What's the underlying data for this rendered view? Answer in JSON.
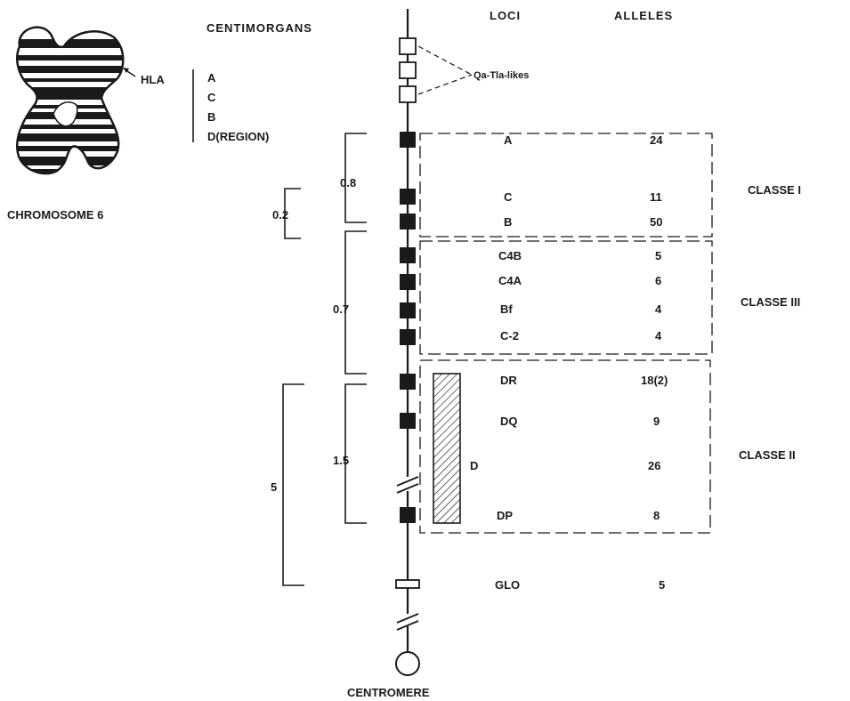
{
  "headers": {
    "centimorgans": "CENTIMORGANS",
    "loci": "LOCI",
    "alleles": "ALLELES"
  },
  "chromosome": {
    "hla_label": "HLA",
    "hla_loci": [
      "A",
      "C",
      "B",
      "D(REGION)"
    ],
    "caption": "CHROMOSOME 6"
  },
  "qa_label": "Qa-Tla-likes",
  "loci": [
    {
      "name": "A",
      "alleles": "24"
    },
    {
      "name": "C",
      "alleles": "11"
    },
    {
      "name": "B",
      "alleles": "50"
    },
    {
      "name": "C4B",
      "alleles": "5"
    },
    {
      "name": "C4A",
      "alleles": "6"
    },
    {
      "name": "Bf",
      "alleles": "4"
    },
    {
      "name": "C-2",
      "alleles": "4"
    },
    {
      "name": "DR",
      "alleles": "18(2)"
    },
    {
      "name": "DQ",
      "alleles": "9"
    },
    {
      "name": "",
      "alleles": "26"
    },
    {
      "name": "DP",
      "alleles": "8"
    },
    {
      "name": "GLO",
      "alleles": "5"
    }
  ],
  "distances": [
    "0.8",
    "0.2",
    "0.7",
    "1.5",
    "5"
  ],
  "classes": [
    "CLASSE I",
    "CLASSE III",
    "CLASSE II"
  ],
  "d_label": "D",
  "centromere": "CENTROMERE"
}
